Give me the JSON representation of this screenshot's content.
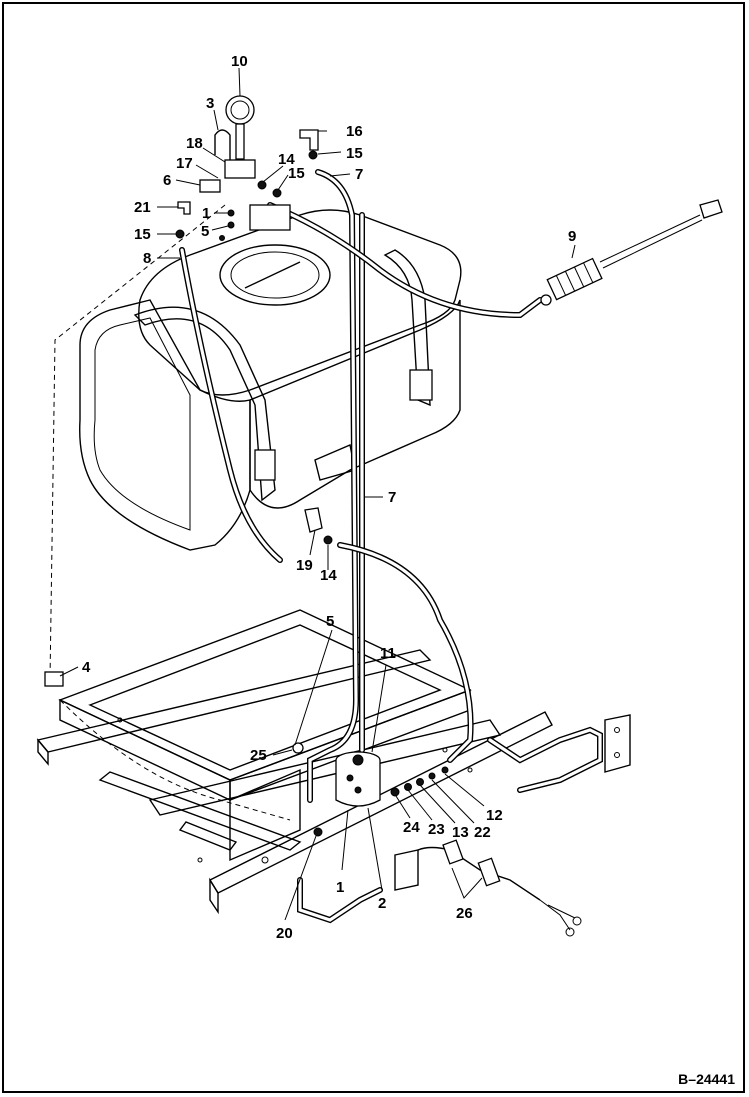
{
  "diagram": {
    "callouts": [
      {
        "id": "c1a",
        "text": "1"
      },
      {
        "id": "c1b",
        "text": "1"
      },
      {
        "id": "c2",
        "text": "2"
      },
      {
        "id": "c3",
        "text": "3"
      },
      {
        "id": "c4",
        "text": "4"
      },
      {
        "id": "c5a",
        "text": "5"
      },
      {
        "id": "c5b",
        "text": "5"
      },
      {
        "id": "c6",
        "text": "6"
      },
      {
        "id": "c7a",
        "text": "7"
      },
      {
        "id": "c7b",
        "text": "7"
      },
      {
        "id": "c8",
        "text": "8"
      },
      {
        "id": "c9",
        "text": "9"
      },
      {
        "id": "c10",
        "text": "10"
      },
      {
        "id": "c11",
        "text": "11"
      },
      {
        "id": "c12",
        "text": "12"
      },
      {
        "id": "c13",
        "text": "13"
      },
      {
        "id": "c14a",
        "text": "14"
      },
      {
        "id": "c14b",
        "text": "14"
      },
      {
        "id": "c15a",
        "text": "15"
      },
      {
        "id": "c15b",
        "text": "15"
      },
      {
        "id": "c15c",
        "text": "15"
      },
      {
        "id": "c16",
        "text": "16"
      },
      {
        "id": "c17",
        "text": "17"
      },
      {
        "id": "c18",
        "text": "18"
      },
      {
        "id": "c19",
        "text": "19"
      },
      {
        "id": "c20",
        "text": "20"
      },
      {
        "id": "c21",
        "text": "21"
      },
      {
        "id": "c22",
        "text": "22"
      },
      {
        "id": "c23",
        "text": "23"
      },
      {
        "id": "c24",
        "text": "24"
      },
      {
        "id": "c25",
        "text": "25"
      },
      {
        "id": "c26",
        "text": "26"
      }
    ],
    "drawing_id": "B–24441"
  }
}
